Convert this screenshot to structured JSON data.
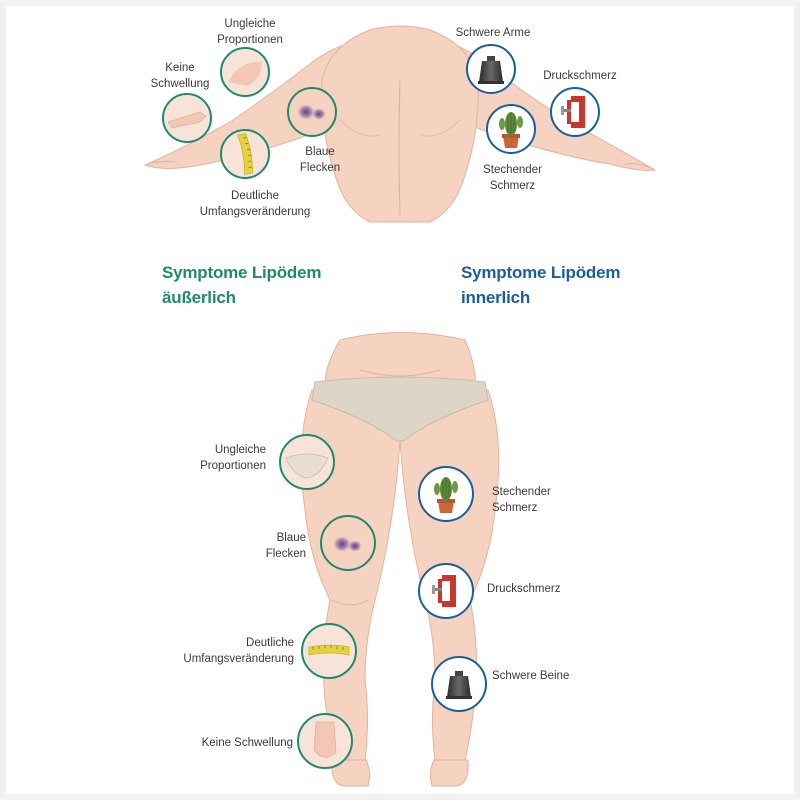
{
  "colors": {
    "outer": "#1f8a6e",
    "inner": "#1c5e9a",
    "skin": "#f6d2c0",
    "skin_shade": "#e8b8a2",
    "underwear": "#ddd5c6"
  },
  "headings": {
    "outer": "Symptome Lipödem\näußerlich",
    "inner": "Symptome Lipödem\ninnerlich"
  },
  "arms": {
    "outer": {
      "uneven_proportions": "Ungleiche\nProportionen",
      "no_swelling": "Keine\nSchwellung",
      "bruises": "Blaue\nFlecken",
      "circumference_change": "Deutliche\nUmfangsveränderung"
    },
    "inner": {
      "heavy": "Schwere Arme",
      "pressure_pain": "Druckschmerz",
      "stabbing_pain": "Stechender\nSchmerz"
    }
  },
  "legs": {
    "outer": {
      "uneven_proportions": "Ungleiche\nProportionen",
      "bruises": "Blaue\nFlecken",
      "circumference_change": "Deutliche\nUmfangsveränderung",
      "no_swelling": "Keine Schwellung"
    },
    "inner": {
      "stabbing_pain": "Stechender\nSchmerz",
      "pressure_pain": "Druckschmerz",
      "heavy": "Schwere Beine"
    }
  },
  "icons": [
    "weight-icon",
    "clamp-icon",
    "cactus-icon",
    "bruise-icon",
    "hand-icon",
    "tape-measure-icon",
    "arm-icon",
    "hip-icon",
    "foot-icon"
  ]
}
